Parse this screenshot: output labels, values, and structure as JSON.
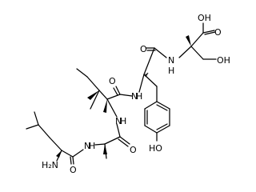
{
  "atoms": {
    "acid_OH": "OH",
    "acid_O": "O",
    "ser_OH": "OH",
    "amide4_O": "O",
    "amide4_NH": "N",
    "amide4_H": "H",
    "amide3_O": "O",
    "amide3_N": "N",
    "amide3_H": "H",
    "amide2_N": "N",
    "amide2_H": "H",
    "amide2_O": "O",
    "amide1_N": "N",
    "amide1_H": "H",
    "amide1_O": "O",
    "amine": "H₂N",
    "phenol_OH": "HO"
  }
}
